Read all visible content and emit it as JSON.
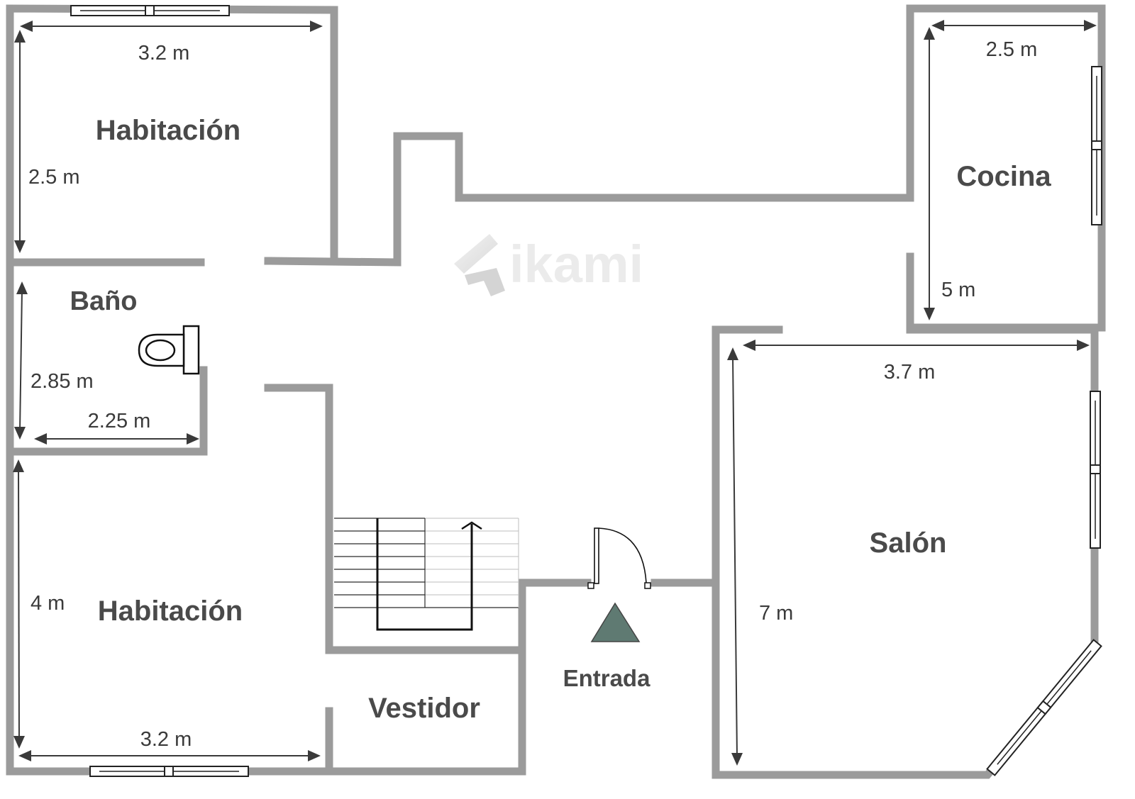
{
  "rooms": {
    "bedroom_top": "Habitación",
    "bathroom": "Baño",
    "kitchen": "Cocina",
    "living": "Salón",
    "bedroom_bottom": "Habitación",
    "dressing": "Vestidor",
    "entrance": "Entrada"
  },
  "dimensions": {
    "bedroom_top_width": "3.2 m",
    "bedroom_top_depth": "2.5 m",
    "bathroom_depth": "2.85 m",
    "bathroom_width": "2.25 m",
    "bedroom_bottom_depth": "4 m",
    "bedroom_bottom_width": "3.2 m",
    "kitchen_width": "2.5 m",
    "kitchen_depth": "5 m",
    "living_width": "3.7 m",
    "living_depth": "7 m"
  },
  "watermark": {
    "text": "ikami"
  },
  "colors": {
    "wall": "#9b9b9b",
    "entrance_marker": "#5f7a72",
    "text": "#4a4a4a"
  }
}
